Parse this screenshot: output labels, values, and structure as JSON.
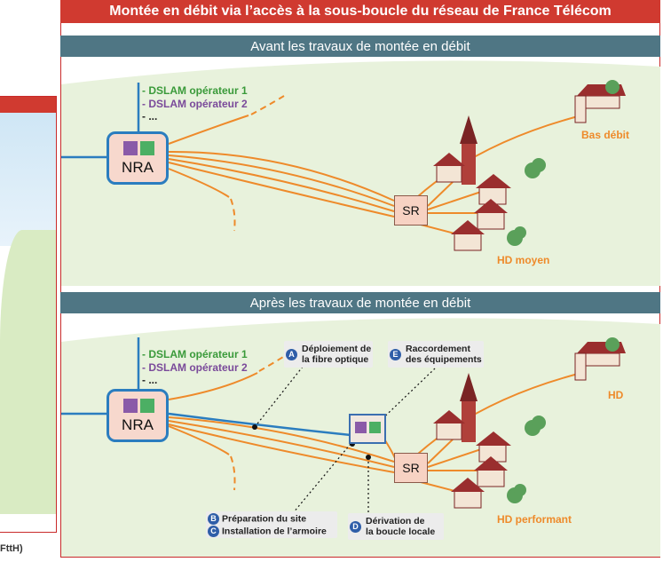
{
  "title": "Montée en débit via l’accès à la sous-boucle du réseau de France Télécom",
  "sections": {
    "before": "Avant les travaux de montée en débit",
    "after": "Après les travaux de montée en débit"
  },
  "dslam": {
    "op1": "- DSLAM opérateur 1",
    "op2": "- DSLAM opérateur 2",
    "more": "- ..."
  },
  "nra_label": "NRA",
  "sr_label": "SR",
  "before_labels": {
    "bas_debit": "Bas débit",
    "hd_moyen": "HD moyen"
  },
  "after_labels": {
    "hd": "HD",
    "hd_performant": "HD performant"
  },
  "callouts": {
    "a_letter": "A",
    "a_line1": "Déploiement de",
    "a_line2": "la fibre optique",
    "e_letter": "E",
    "e_line1": "Raccordement",
    "e_line2": "des équipements",
    "b_letter": "B",
    "b_text": "Préparation du site",
    "c_letter": "C",
    "c_text": "Installation de l’armoire",
    "d_letter": "D",
    "d_line1": "Dérivation de",
    "d_line2": "la boucle locale"
  },
  "left_caption": "FttH)",
  "colors": {
    "title_red": "#d03a30",
    "section_teal": "#4f7684",
    "copper_orange": "#ee8a2a",
    "fiber_blue": "#2b7dbf",
    "dslam_green": "#3a9a3a",
    "dslam_purple": "#7a4a9a",
    "field_green": "#d9ebc3",
    "house_red": "#9a2e2e"
  }
}
